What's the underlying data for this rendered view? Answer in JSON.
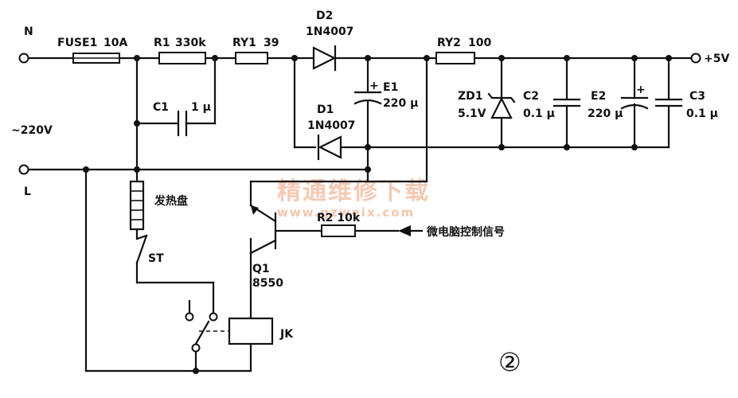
{
  "labels": {
    "n": "N",
    "l": "L",
    "ac": "~220V",
    "fuse1_name": "FUSE1",
    "fuse1_value": "10A",
    "r1_name": "R1",
    "r1_value": "330k",
    "ry1_name": "RY1",
    "ry1_value": "39",
    "d2_name": "D2",
    "d2_value": "1N4007",
    "d1_name": "D1",
    "d1_value": "1N4007",
    "c1_name": "C1",
    "c1_value": "1 μ",
    "e1_name": "E1",
    "e1_value": "220 μ",
    "ry2_name": "RY2",
    "ry2_value": "100",
    "zd1_name": "ZD1",
    "zd1_value": "5.1V",
    "c2_name": "C2",
    "c2_value": "0.1 μ",
    "e2_name": "E2",
    "e2_value": "220 μ",
    "c3_name": "C3",
    "c3_value": "0.1 μ",
    "plus5v": "+5V",
    "heater": "发热盘",
    "st": "ST",
    "q1_name": "Q1",
    "q1_value": "8550",
    "r2": "R2 10k",
    "mcu_signal": "微电脑控制信号",
    "jk": "JK",
    "plus": "+",
    "figure_number": "②"
  },
  "watermark": {
    "text": "精通维修下载",
    "url": "www.gzweix.com"
  }
}
